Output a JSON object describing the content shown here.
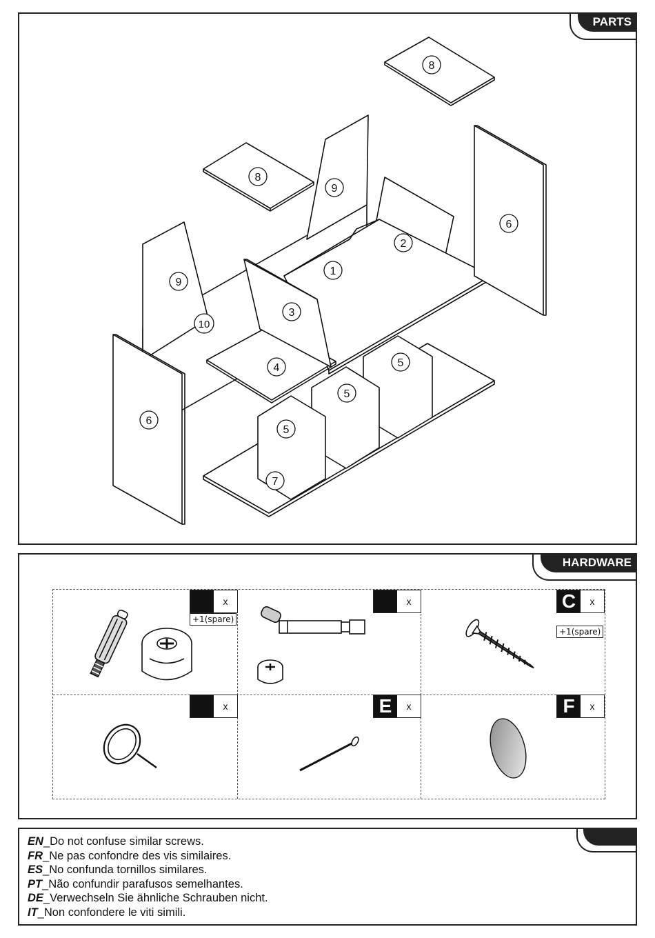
{
  "parts": {
    "title": "PARTS",
    "labels": [
      "1",
      "2",
      "3",
      "4",
      "5",
      "6",
      "7",
      "8",
      "9",
      "10"
    ]
  },
  "hardware": {
    "title": "HARDWARE",
    "items": [
      {
        "letter": "",
        "x": "x",
        "spare": "+1(spare)"
      },
      {
        "letter": "",
        "x": "x",
        "spare": ""
      },
      {
        "letter": "C",
        "x": "x",
        "spare": "+1(spare)"
      },
      {
        "letter": "",
        "x": "x",
        "spare": ""
      },
      {
        "letter": "E",
        "x": "x",
        "spare": ""
      },
      {
        "letter": "F",
        "x": "x",
        "spare": ""
      }
    ]
  },
  "notes": [
    {
      "lang": "EN",
      "sep": "_",
      "text": "Do not confuse similar screws."
    },
    {
      "lang": "FR",
      "sep": "_",
      "text": "Ne pas confondre des vis similaires."
    },
    {
      "lang": "ES",
      "sep": "_",
      "text": "No confunda tornillos similares."
    },
    {
      "lang": "PT",
      "sep": "_",
      "text": "Não confundir parafusos semelhantes."
    },
    {
      "lang": "DE",
      "sep": "_",
      "text": "Verwechseln Sie ähnliche Schrauben nicht."
    },
    {
      "lang": "IT",
      "sep": "_",
      "text": "Non confondere le viti simili."
    }
  ]
}
